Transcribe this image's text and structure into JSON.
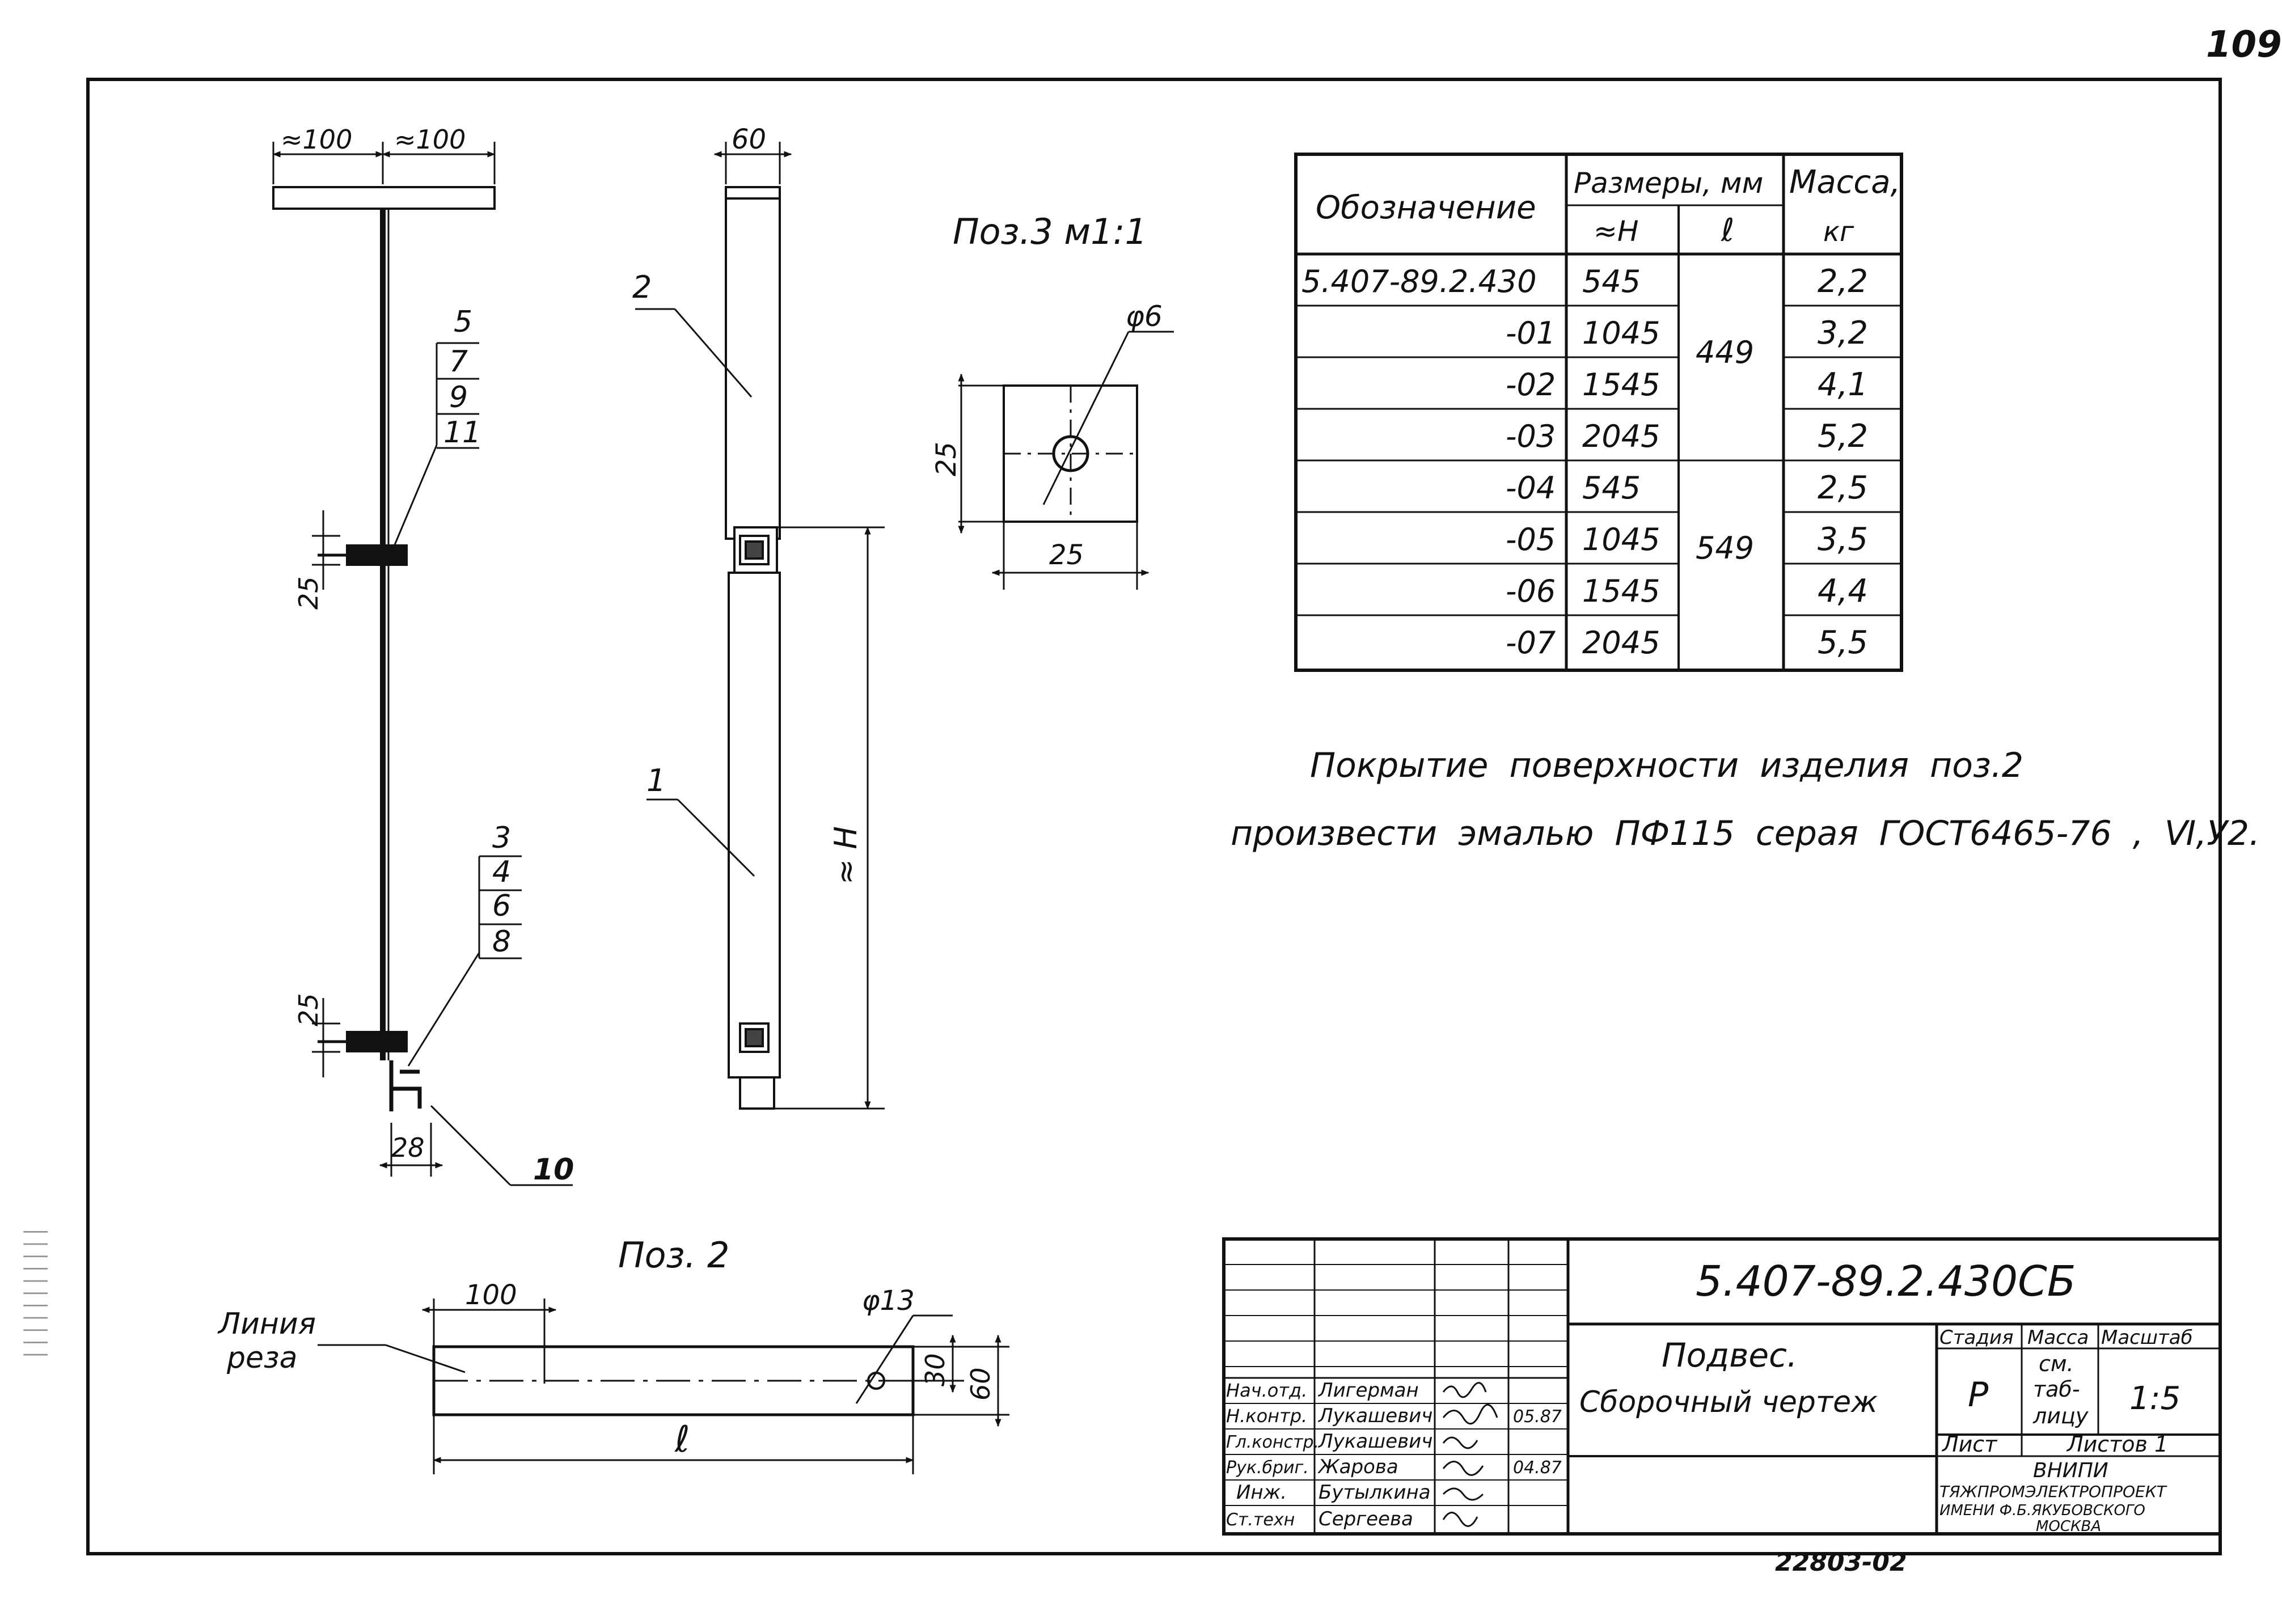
{
  "page_number": "109",
  "view1": {
    "dim_left": "≈100",
    "dim_right": "≈100",
    "dim_25_top": "25",
    "dim_25_bottom": "25",
    "dim_28": "28",
    "callout_top": [
      "5",
      "7",
      "9",
      "11"
    ],
    "callout_bottom": [
      "3",
      "4",
      "6",
      "8"
    ],
    "label_10": "10"
  },
  "view2": {
    "dim_60": "60",
    "label_2": "2",
    "label_1": "1",
    "dim_H": "≈ H"
  },
  "pos3": {
    "title": "Поз.3  м1:1",
    "dim_phi6": "φ6",
    "dim_25_vertical": "25",
    "dim_25_horizontal": "25"
  },
  "pos2": {
    "title": "Поз. 2",
    "dim_100": "100",
    "dim_phi13": "φ13",
    "dim_30": "30",
    "dim_60": "60",
    "dim_l": "ℓ",
    "cut_line_label": [
      "Линия",
      "реза"
    ]
  },
  "spec_table": {
    "header_designation": "Обозначение",
    "header_dimensions": "Размеры, мм",
    "header_H": "≈H",
    "header_l": "ℓ",
    "header_mass": [
      "Масса,",
      "кг"
    ],
    "rows": [
      {
        "designation": "5.407-89.2.430",
        "H": "545",
        "mass": "2,2"
      },
      {
        "designation": "-01",
        "H": "1045",
        "mass": "3,2"
      },
      {
        "designation": "-02",
        "H": "1545",
        "mass": "4,1"
      },
      {
        "designation": "-03",
        "H": "2045",
        "mass": "5,2"
      },
      {
        "designation": "-04",
        "H": "545",
        "mass": "2,5"
      },
      {
        "designation": "-05",
        "H": "1045",
        "mass": "3,5"
      },
      {
        "designation": "-06",
        "H": "1545",
        "mass": "4,4"
      },
      {
        "designation": "-07",
        "H": "2045",
        "mass": "5,5"
      }
    ],
    "l_group_1": "449",
    "l_group_2": "549"
  },
  "note": {
    "line1": "Покрытие поверхности изделия поз.2",
    "line2": "произвести эмалью ПФ115 серая ГОСТ6465-76 , Ⅵ,У2."
  },
  "title_block": {
    "document_code": "5.407-89.2.430СБ",
    "name_line1": "Подвес.",
    "name_line2": "Сборочный чертеж",
    "col_stage": "Стадия",
    "col_mass": "Масса",
    "col_scale": "Масштаб",
    "stage": "Р",
    "mass": [
      "см.",
      "таб-",
      "лицу"
    ],
    "scale": "1:5",
    "sheet_label": "Лист",
    "sheets_label": "Листов 1",
    "org": [
      "ВНИПИ",
      "ТЯЖПРОМЭЛЕКТРОПРОЕКТ",
      "ИМЕНИ Ф.Б.ЯКУБОВСКОГО",
      "МОСКВА"
    ],
    "roles": [
      "Нач.отд.",
      "Н.контр.",
      "Гл.констр.",
      "Рук.бриг.",
      "Инж.",
      "Ст.техн"
    ],
    "names": [
      "Лигерман",
      "Лукашевич",
      "Лукашевич",
      "Жарова",
      "Бутылкина",
      "Сергеева"
    ],
    "date_1": "05.87",
    "date_2": "04.87"
  },
  "bottom_code": "22803-02"
}
